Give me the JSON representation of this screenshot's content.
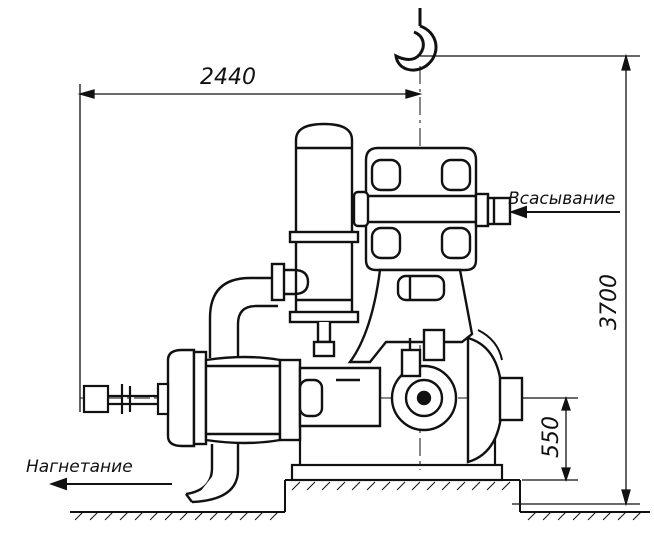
{
  "dimensions": {
    "overall_length": "2440",
    "overall_height": "3700",
    "axis_height": "550"
  },
  "labels": {
    "suction": "Всасывание",
    "discharge": "Нагнетание"
  },
  "colors": {
    "line": "#111111",
    "background": "#ffffff"
  }
}
